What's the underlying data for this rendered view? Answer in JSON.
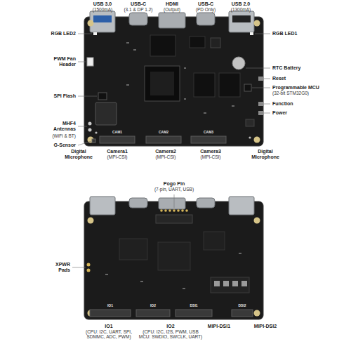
{
  "diagram": {
    "labels": [
      "USB 3.0",
      "(1500mA)",
      "USB-C",
      "(3.1 & DP 1.2)",
      "HDMI",
      "(Output)",
      "USB-C",
      "(PD Only)",
      "USB 2.0",
      "(1300mA)",
      "RGB LED2",
      "PWM Fan Header",
      "SPI Flash",
      "MHF4 Antennas",
      "(WiFi & BT)",
      "G-Sensor",
      "RGB LED1",
      "RTC Battery",
      "Reset",
      "Programmable MCU",
      "(32-bit STM32G0)",
      "Function",
      "Power",
      "Digital Microphone",
      "Camera1",
      "(MPI-CSI)",
      "Camera2",
      "(MPI-CSI)",
      "Camera3",
      "(MPI-CSI)",
      "Digital Microphone",
      "Pogo Pin",
      "(7-pin, UART, USB)",
      "XPWR Pads",
      "IO1",
      "(CPU: I2C, UART, SPI, SDMMC, ADC, PWM)",
      "IO2",
      "(CPU: I2C, I2S, PWM, USB MCU: SWDIO, SWCLK, UART)",
      "MIPI-DSI1",
      "MIPI-DSI2",
      "CAM1",
      "CAM2",
      "CAM3",
      "IO1",
      "IO2",
      "DSI1",
      "DSI2"
    ]
  }
}
